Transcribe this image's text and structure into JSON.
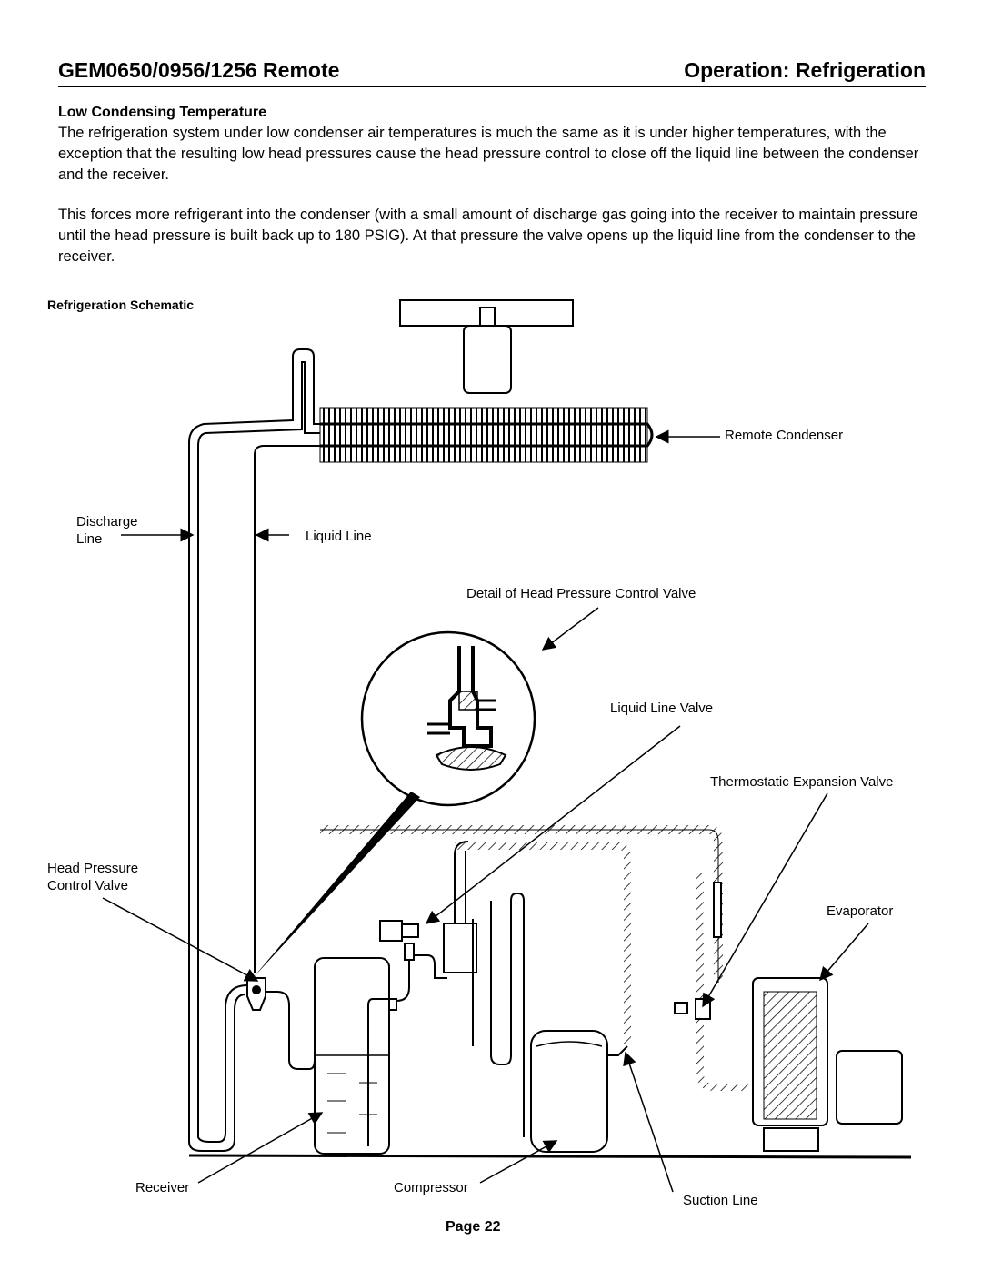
{
  "header": {
    "model": "GEM0650/0956/1256 Remote",
    "section": "Operation: Refrigeration"
  },
  "section_title": "Low Condensing Temperature",
  "paragraphs": [
    "The refrigeration system under low condenser air temperatures is much the same as it is under higher temperatures, with the exception that the resulting low head pressures cause the head pressure control to close off the liquid line between the condenser and the receiver.",
    "This forces more refrigerant into the condenser (with a small amount of discharge gas going into the receiver to maintain pressure until the head pressure is built back up to 180 PSIG).  At that pressure the valve opens up the liquid line from the condenser to the receiver."
  ],
  "schematic": {
    "title": "Refrigeration Schematic",
    "labels": {
      "remote_condenser": "Remote Condenser",
      "discharge_line": "Discharge\nLine",
      "liquid_line": "Liquid Line",
      "detail_valve": "Detail of Head Pressure Control Valve",
      "liquid_line_valve": "Liquid Line Valve",
      "txv": "Thermostatic Expansion Valve",
      "head_pressure_valve": "Head Pressure\nControl Valve",
      "evaporator": "Evaporator",
      "receiver": "Receiver",
      "compressor": "Compressor",
      "suction_line": "Suction Line"
    }
  },
  "footer": {
    "page": "Page 22"
  }
}
